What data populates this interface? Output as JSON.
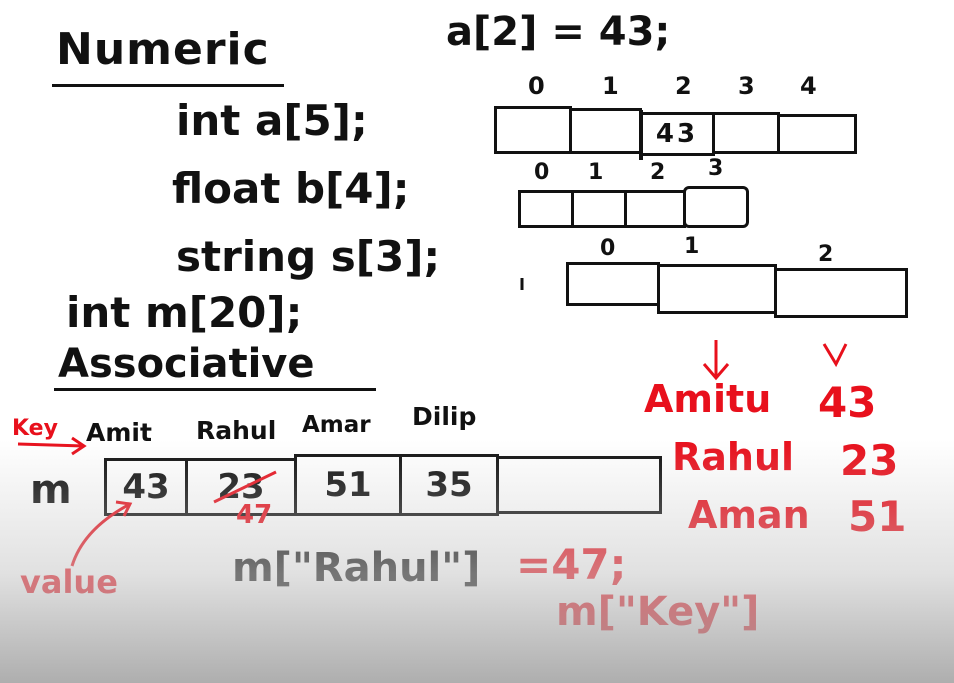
{
  "numeric": {
    "heading": "Numeric",
    "assign": "a[2] = 43;",
    "decl_a": "int a[5];",
    "decl_b": "float b[4];",
    "decl_s": "string s[3];",
    "decl_m": "int m[20];",
    "array_a": {
      "indices": [
        "0",
        "1",
        "2",
        "3",
        "4"
      ],
      "values": [
        "",
        "",
        "43",
        "",
        ""
      ]
    },
    "array_b": {
      "indices": [
        "0",
        "1",
        "2",
        "3"
      ]
    },
    "array_s": {
      "indices": [
        "0",
        "1",
        "2"
      ]
    }
  },
  "associative": {
    "heading": "Associative",
    "key_label": "Key",
    "keys": [
      "Amit",
      "Rahul",
      "Amar",
      "Dilip"
    ],
    "array_name": "m",
    "values": [
      "43",
      "23",
      "51",
      "35",
      ""
    ],
    "overwrite_value": "47",
    "value_label": "value",
    "update_stmt": "m[\"Rahul\"]",
    "update_value": "=47;",
    "generic_stmt": "m[\"Key\"]",
    "pairs": [
      {
        "name": "Amitu",
        "value": "43"
      },
      {
        "name": "Rahul",
        "value": "23"
      },
      {
        "name": "Aman",
        "value": "51"
      }
    ]
  }
}
